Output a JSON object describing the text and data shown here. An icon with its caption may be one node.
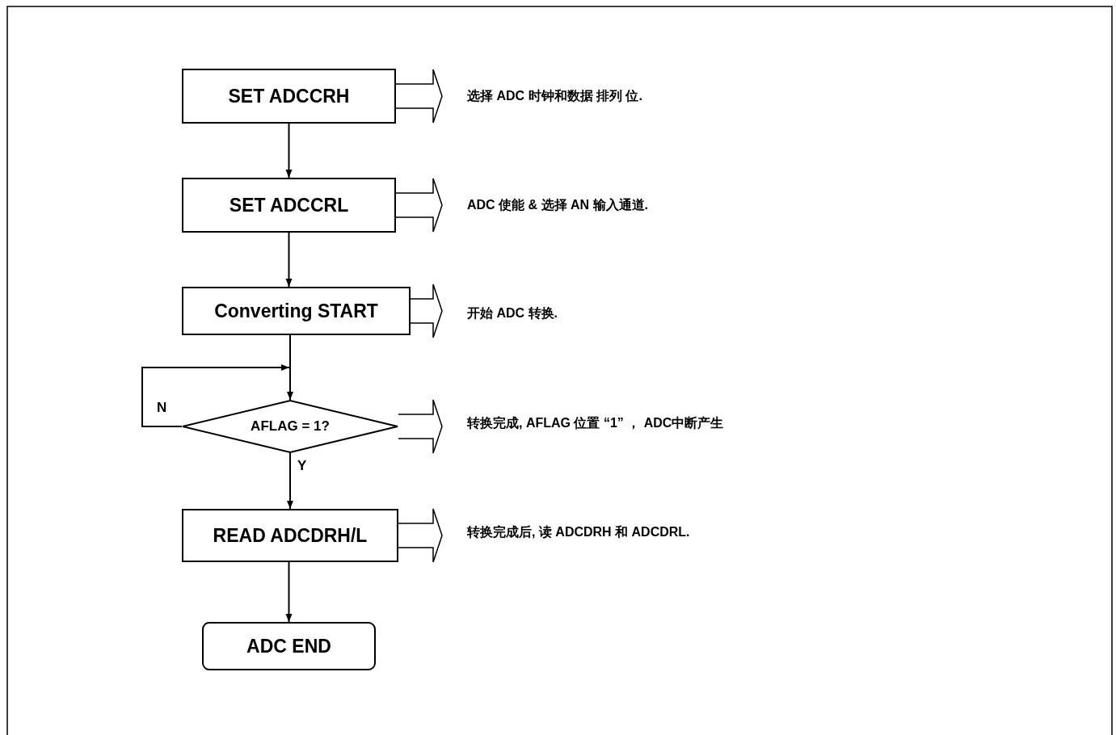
{
  "diagram": {
    "nodes": [
      {
        "text": [
          "SET ADCCRH"
        ]
      },
      {
        "text": [
          "SET ADCCRL"
        ]
      },
      {
        "text": [
          "Converting START"
        ]
      },
      {
        "text": [
          "AFLAG = 1?"
        ]
      },
      {
        "text": [
          "READ ADCDRH/L"
        ]
      },
      {
        "text": [
          "ADC END"
        ]
      },
      {
        "text": [
          "选择 ADC 时钟和数据 排列 位."
        ]
      },
      {
        "text": [
          "ADC 使能 & 选择 AN 输入通道."
        ]
      },
      {
        "text": [
          "开始 ADC 转换."
        ]
      },
      {
        "text": [
          "转换完成, AFLAG 位置 “1” ， ADC中断产生"
        ]
      },
      {
        "text": [
          "转换完成后, 读 ADCDRH 和 ADCDRL."
        ]
      }
    ],
    "edges": [
      {
        "from": 0,
        "to": 1,
        "arrow": "to"
      },
      {
        "from": 1,
        "to": 2,
        "arrow": "to"
      },
      {
        "from": 2,
        "to": 3,
        "arrow": "to"
      },
      {
        "from": 3,
        "to": 3,
        "arrow": "to",
        "label": "N"
      },
      {
        "from": 3,
        "to": 4,
        "arrow": "to",
        "label": "Y"
      },
      {
        "from": 4,
        "to": 5,
        "arrow": "to"
      },
      {
        "from": 0,
        "to": 6,
        "arrow": "to",
        "style": "thick"
      },
      {
        "from": 1,
        "to": 7,
        "arrow": "to",
        "style": "thick"
      },
      {
        "from": 2,
        "to": 8,
        "arrow": "to",
        "style": "thick"
      },
      {
        "from": 3,
        "to": 9,
        "arrow": "to",
        "style": "thick"
      },
      {
        "from": 4,
        "to": 10,
        "arrow": "to",
        "style": "thick"
      }
    ]
  }
}
